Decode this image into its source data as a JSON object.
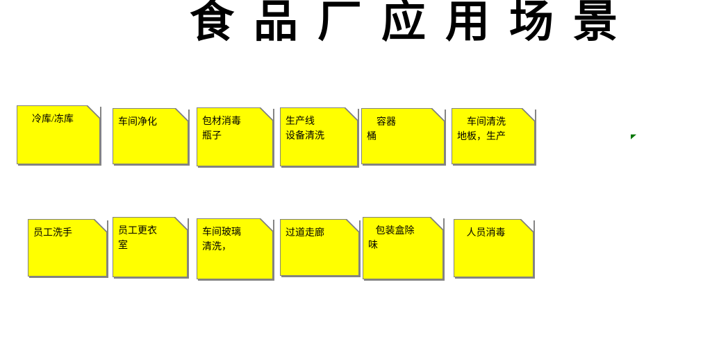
{
  "title": "食品厂应用场景",
  "notes": [
    {
      "label": "    冷库/冻库"
    },
    {
      "label": "车间净化"
    },
    {
      "label": "包材消毒\n瓶子"
    },
    {
      "label": "生产线\n设备清洗"
    },
    {
      "label": "    容器\n桶"
    },
    {
      "label": "    车间清洗\n地板，生产"
    },
    {
      "label": "员工洗手"
    },
    {
      "label": "员工更衣\n室"
    },
    {
      "label": "车间玻璃\n清洗，"
    },
    {
      "label": "过道走廊"
    },
    {
      "label": "   包装盒除\n味"
    },
    {
      "label": "   人员消毒"
    }
  ],
  "colors": {
    "background": "#FFFFFF",
    "note_fill": "#FFFF00",
    "note_border": "#808080",
    "note_shadow": "#848484",
    "text": "#000000",
    "title_text": "#000000",
    "marker_green": "#067806"
  }
}
